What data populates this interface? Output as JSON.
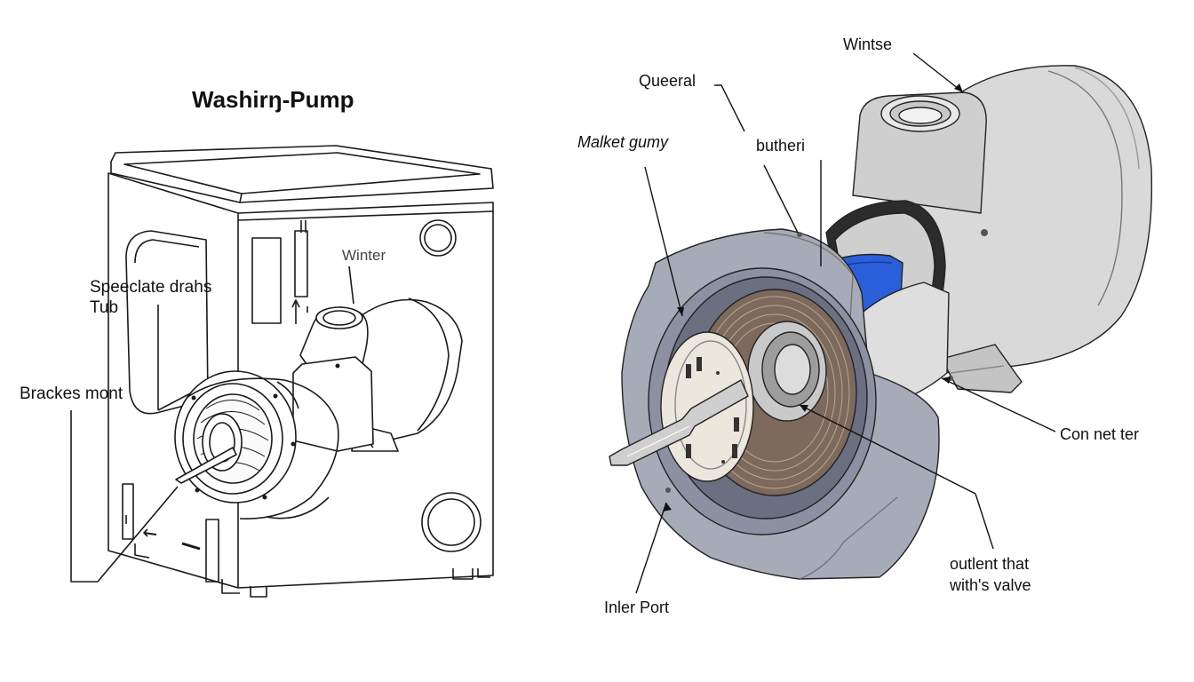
{
  "title": "Washirŋ-Pump",
  "left_labels": {
    "speeclate": "Speeclate drahs",
    "tub": "Tub",
    "brackes": "Brackes mont",
    "winter": "Winter"
  },
  "right_labels": {
    "wintse": "Wintse",
    "queeral": "Queeral",
    "malket": "Malket gumy",
    "butheri": "butheri",
    "connetter": "Con net ter",
    "outlent_line1": "outlent that",
    "outlent_line2": "with's valve",
    "inlet": "Inler Port"
  },
  "colors": {
    "line": "#1a1a1a",
    "housing_grey": "#a7abb8",
    "housing_dark": "#8c90a2",
    "motor_light": "#dcdcdc",
    "accent_blue": "#2b5fd9",
    "face_cream": "#ece7dd"
  }
}
